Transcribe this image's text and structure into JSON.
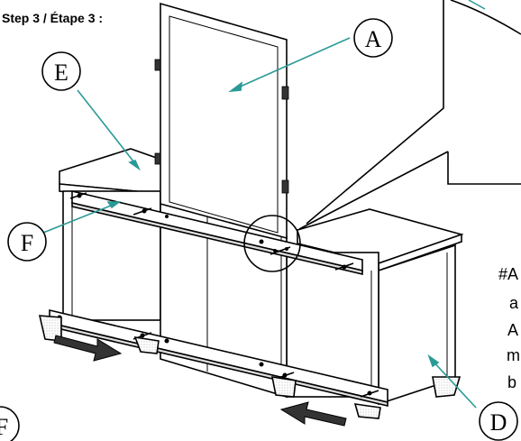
{
  "title": "Step 3 / Étape 3 :",
  "labels": {
    "a": "A",
    "d": "D",
    "e": "E",
    "f": "F",
    "f2": "F"
  },
  "side_text": [
    "#A",
    "a",
    "A",
    "m",
    "b"
  ],
  "colors": {
    "line": "#000000",
    "leader": "#2a9a96",
    "arrow_fill": "#333333",
    "background": "#ffffff"
  }
}
